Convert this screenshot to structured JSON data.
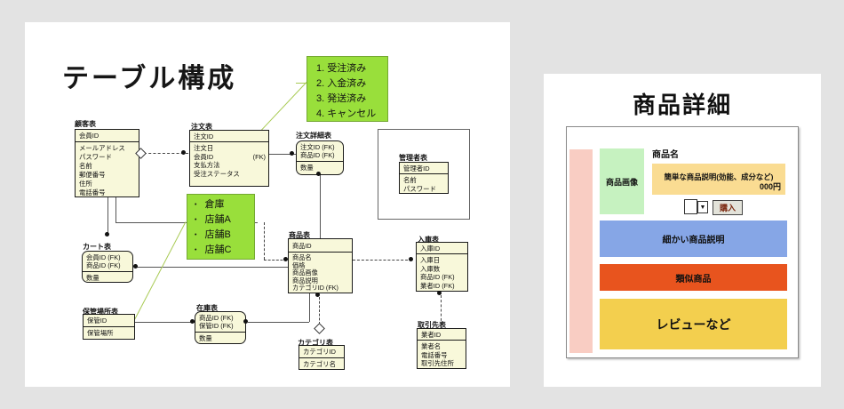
{
  "colors": {
    "page_bg": "#e3e3e3",
    "er_box_fill": "#f8f8da",
    "note_green": "#99df3b",
    "annotation_line": "#a9cb55",
    "pink_strip": "#f9cdc3",
    "image_green": "#c6f2c0",
    "summary_yellow": "#fadc92",
    "detail_blue": "#86a6e6",
    "similar_orange": "#e8541e",
    "review_yellow": "#f3cf4e",
    "buy_text": "#7b2810"
  },
  "left_panel": {
    "title": "テーブル構成",
    "status_note": {
      "items": [
        "1.  受注済み",
        "2.  入金済み",
        "3.  発送済み",
        "4.  キャンセル"
      ]
    },
    "location_note": {
      "bullet": "•",
      "items": [
        "倉庫",
        "店舗A",
        "店舗B",
        "店舗C"
      ]
    },
    "tables": {
      "customer": {
        "label": "顧客表",
        "top": [
          "会員ID"
        ],
        "bottom": [
          "メールアドレス",
          "パスワード",
          "名前",
          "郵便番号",
          "住所",
          "電話番号"
        ]
      },
      "order": {
        "label": "注文表",
        "top": [
          "注文ID"
        ],
        "bottom": [
          "注文日",
          "会員ID",
          "支払方法",
          "受注ステータス"
        ],
        "fk": "(FK)"
      },
      "order_detail": {
        "label": "注文詳細表",
        "top": [
          "注文ID (FK)",
          "商品ID (FK)"
        ],
        "bottom": [
          "数量"
        ]
      },
      "admin": {
        "label": "管理者表",
        "top": [
          "管理者ID"
        ],
        "bottom": [
          "名前",
          "パスワード"
        ]
      },
      "cart": {
        "label": "カート表",
        "top": [
          "会員ID (FK)",
          "商品ID (FK)"
        ],
        "bottom": [
          "数量"
        ]
      },
      "product": {
        "label": "商品表",
        "top": [
          "商品ID"
        ],
        "bottom": [
          "商品名",
          "価格",
          "商品画像",
          "商品説明",
          "カテゴリID (FK)"
        ]
      },
      "storage": {
        "label": "保管場所表",
        "top": [
          "保管ID"
        ],
        "bottom": [
          "保管場所"
        ]
      },
      "stock": {
        "label": "在庫表",
        "top": [
          "商品ID (FK)",
          "保管ID (FK)"
        ],
        "bottom": [
          "数量"
        ]
      },
      "incoming": {
        "label": "入庫表",
        "top": [
          "入庫ID"
        ],
        "bottom": [
          "入庫日",
          "入庫数",
          "商品ID (FK)",
          "業者ID (FK)"
        ]
      },
      "category": {
        "label": "カテゴリ表",
        "top": [
          "カテゴリID"
        ],
        "bottom": [
          "カテゴリ名"
        ]
      },
      "supplier": {
        "label": "取引先表",
        "top": [
          "業者ID"
        ],
        "bottom": [
          "業者名",
          "電話番号",
          "取引先住所"
        ]
      }
    }
  },
  "right_panel": {
    "title": "商品詳細",
    "product_image_label": "商品画像",
    "product_name_label": "商品名",
    "short_description": "簡単な商品説明(効能、成分など)",
    "price": "000円",
    "dropdown_arrow": "▼",
    "buy_button": "購入",
    "detail_section": "細かい商品説明",
    "similar_section": "類似商品",
    "review_section": "レビューなど"
  }
}
